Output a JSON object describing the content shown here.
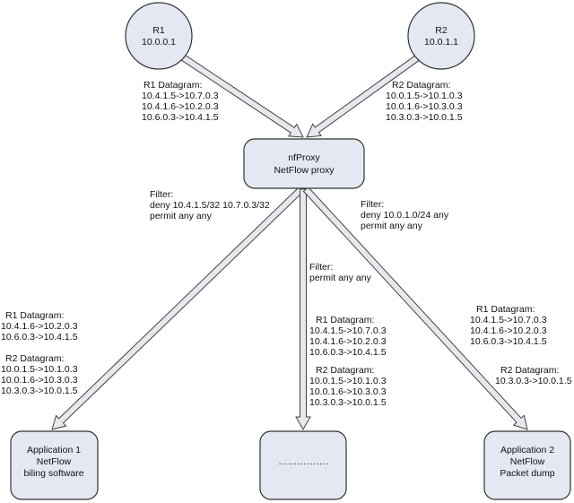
{
  "nodes": {
    "r1": {
      "name": "R1",
      "ip": "10.0.0.1"
    },
    "r2": {
      "name": "R2",
      "ip": "10.0.1.1"
    },
    "proxy": {
      "line1": "nfProxy",
      "line2": "NetFlow proxy"
    },
    "app1": {
      "line1": "Application 1",
      "line2": "NetFlow",
      "line3": "biling software"
    },
    "middle": {
      "line1": "……………."
    },
    "app2": {
      "line1": "Application 2",
      "line2": "NetFlow",
      "line3": "Packet dump"
    }
  },
  "inbound": {
    "r1": {
      "header": "R1    Datagram:",
      "flows": [
        "10.4.1.5->10.7.0.3",
        "10.4.1.6->10.2.0.3",
        "10.6.0.3->10.4.1.5"
      ]
    },
    "r2": {
      "header": "R2  Datagram:",
      "flows": [
        "10.0.1.5->10.1.0.3",
        "10.0.1.6->10.3.0.3",
        "10.3.0.3->10.0.1.5"
      ]
    }
  },
  "filters": {
    "left": [
      "Filter:",
      "deny 10.4.1.5/32 10.7.0.3/32",
      "permit any any"
    ],
    "middle": [
      "Filter:",
      "permit any any"
    ],
    "right": [
      "Filter:",
      "deny 10.0.1.0/24 any",
      "permit any any"
    ]
  },
  "outbound": {
    "app1": {
      "r1_header": "R1    Datagram:",
      "r1_flows": [
        "10.4.1.6->10.2.0.3",
        "10.6.0.3->10.4.1.5"
      ],
      "r2_header": "R2   Datagram:",
      "r2_flows": [
        "10.0.1.5->10.1.0.3",
        "10.0.1.6->10.3.0.3",
        "10.3.0.3->10.0.1.5"
      ]
    },
    "middle": {
      "r1_header": "R1    Datagram:",
      "r1_flows": [
        "10.4.1.5->10.7.0.3",
        "10.4.1.6->10.2.0.3",
        "10.6.0.3->10.4.1.5"
      ],
      "r2_header": "R2   Datagram:",
      "r2_flows": [
        "10.0.1.5->10.1.0.3",
        "10.0.1.6->10.3.0.3",
        "10.3.0.3->10.0.1.5"
      ]
    },
    "app2": {
      "r1_header": "R1    Datagram:",
      "r1_flows": [
        "10.4.1.5->10.7.0.3",
        "10.4.1.6->10.2.0.3",
        "10.6.0.3->10.4.1.5"
      ],
      "r2_header": "R2   Datagram:",
      "r2_flows": [
        "10.3.0.3->10.0.1.5"
      ]
    }
  }
}
